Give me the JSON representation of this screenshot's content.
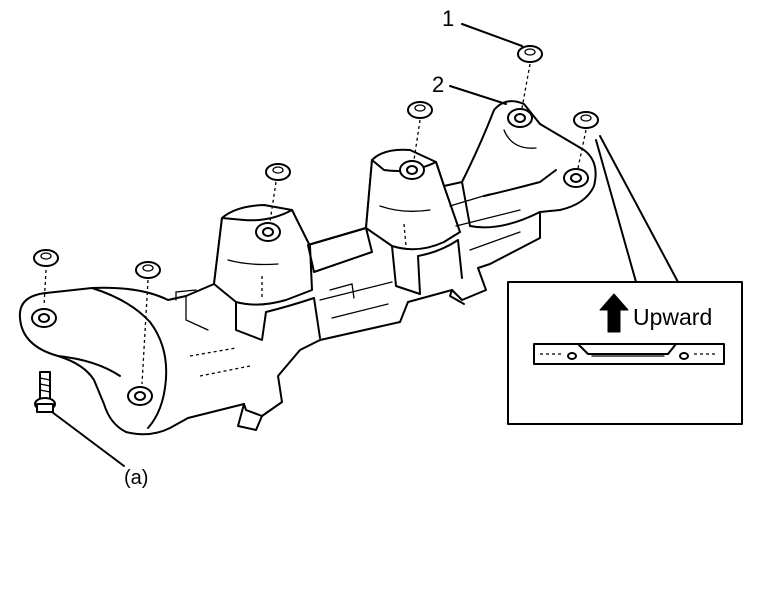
{
  "callouts": {
    "nut_label": "1",
    "member_label": "2",
    "bolt_label": "(a)"
  },
  "inset": {
    "direction_label": "Upward"
  }
}
